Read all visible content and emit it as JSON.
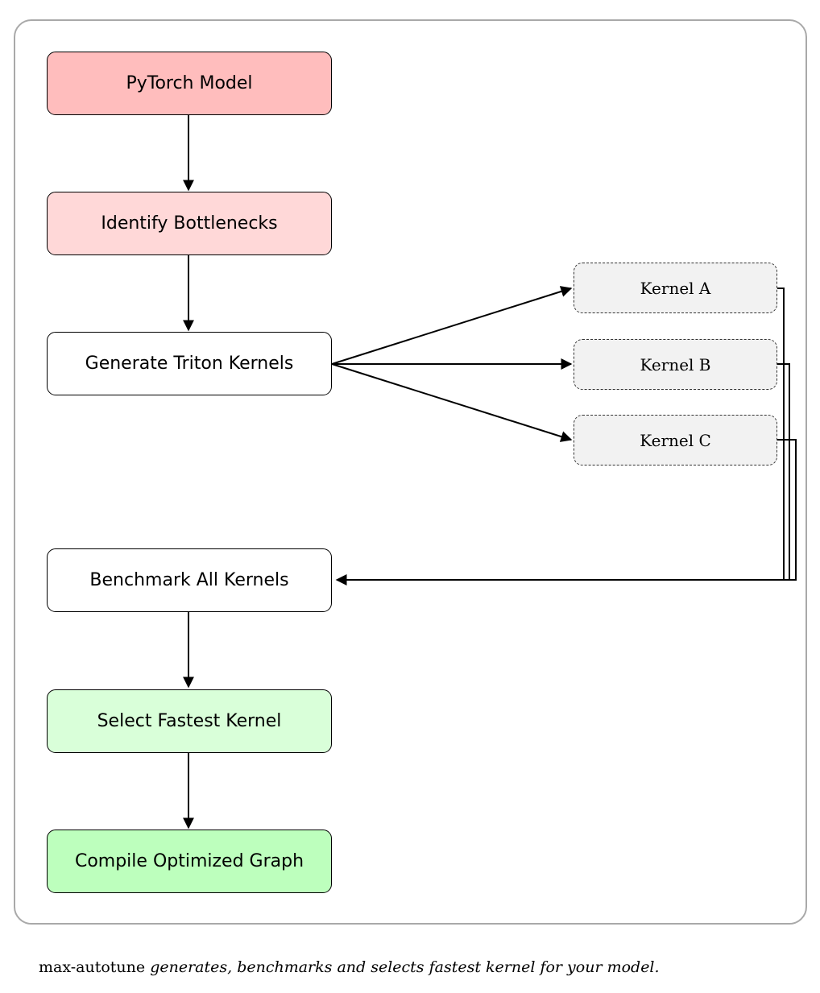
{
  "nodes": {
    "pytorch_model": "PyTorch Model",
    "identify_bottlenecks": "Identify Bottlenecks",
    "generate_kernels": "Generate Triton Kernels",
    "benchmark": "Benchmark All Kernels",
    "select_fastest": "Select Fastest Kernel",
    "compile_graph": "Compile Optimized Graph"
  },
  "kernels": {
    "a": "Kernel A",
    "b": "Kernel B",
    "c": "Kernel C"
  },
  "caption": {
    "code": "max-autotune",
    "text": "generates, benchmarks and selects fastest kernel for your model."
  },
  "colors": {
    "pytorch_model": "#ffbdbd",
    "identify_bottlenecks": "#ffd8d8",
    "generate_kernels": "#ffffff",
    "benchmark": "#ffffff",
    "select_fastest": "#d9ffd9",
    "compile_graph": "#bdffbd",
    "kernel_fill": "#f2f2f2"
  }
}
